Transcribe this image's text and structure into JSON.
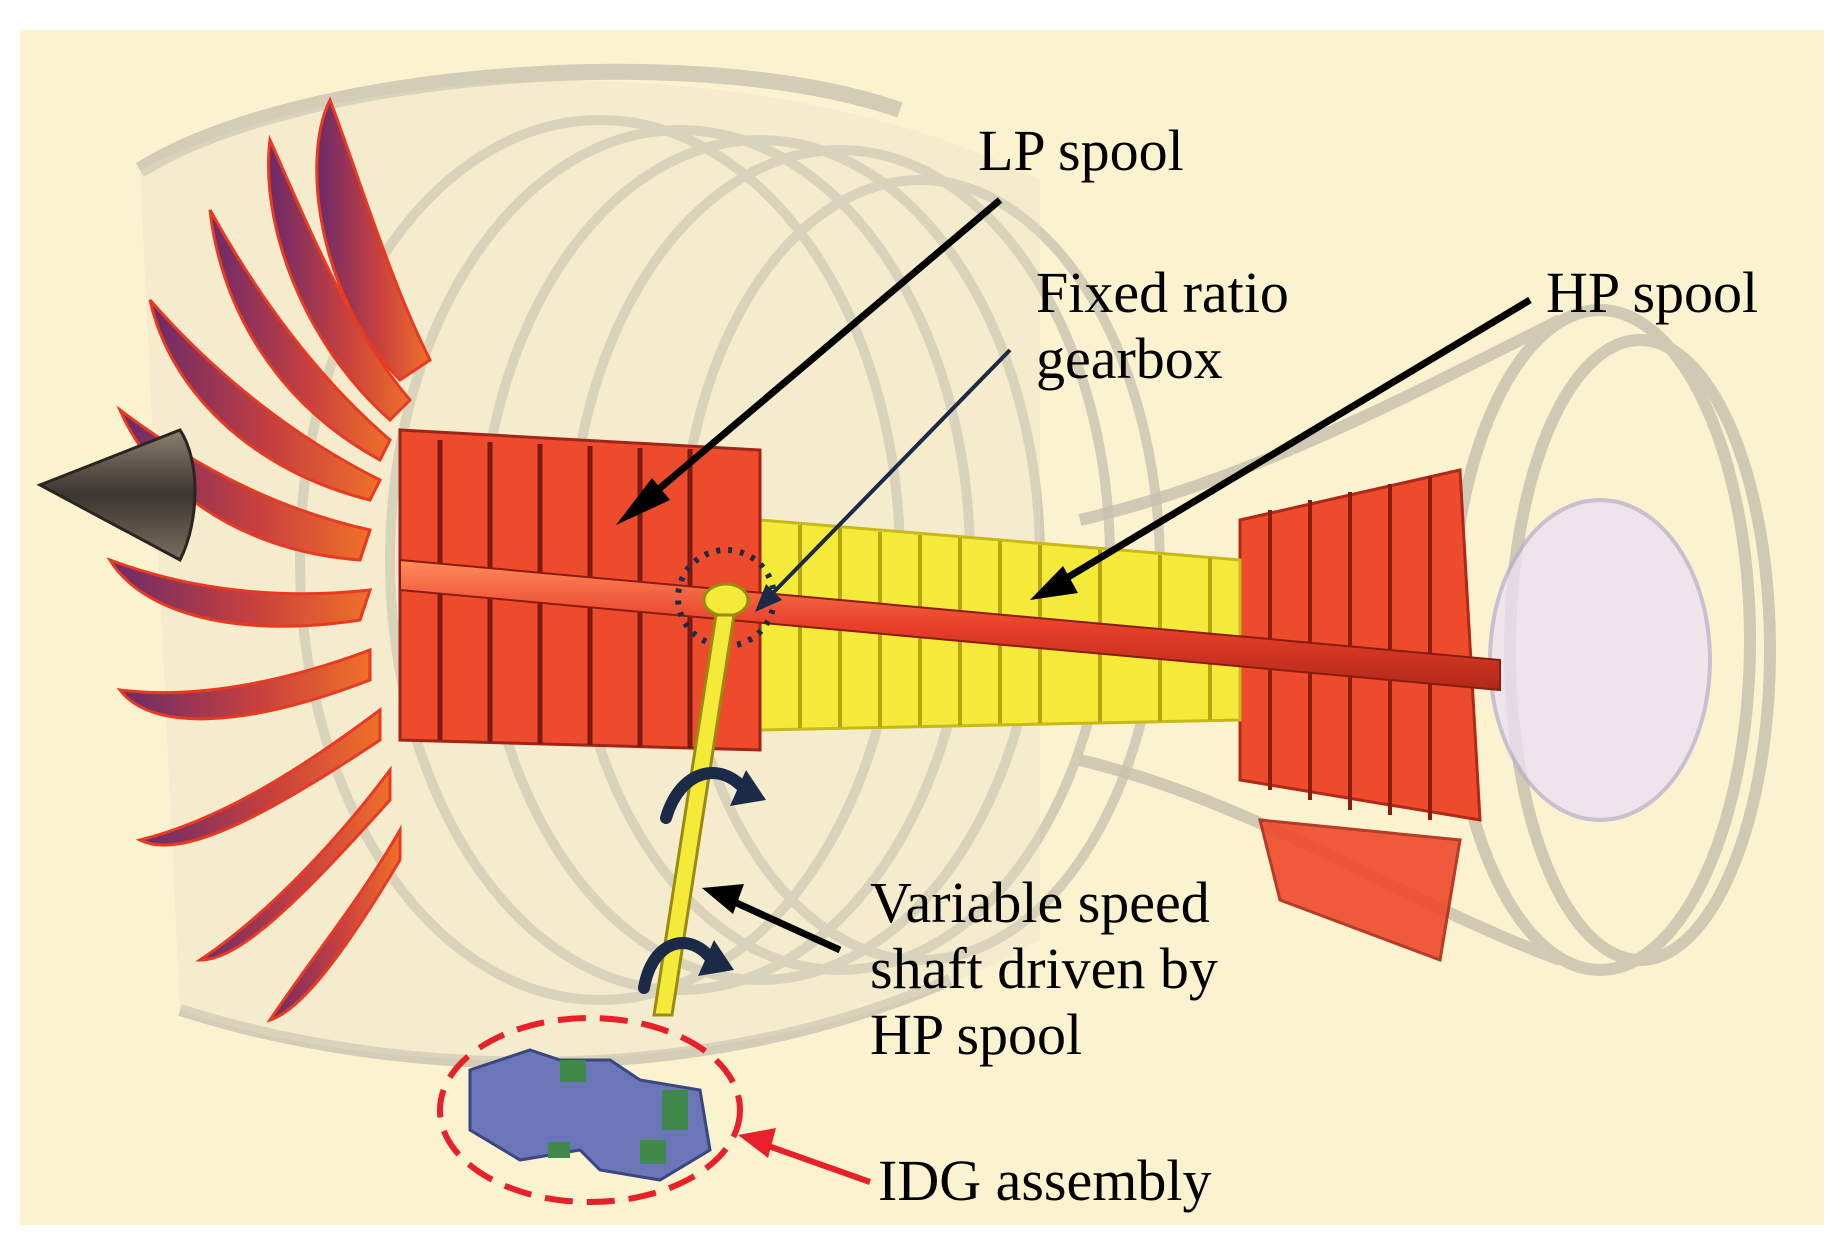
{
  "colors": {
    "background": "#fbf3cf",
    "lp_spool": "#f0402a",
    "hp_spool": "#f2ea3a",
    "fan_blade": "#d8483a",
    "fan_blade_dark": "#6a2a6a",
    "casing": "#c8c0b0",
    "idg": "#6a76b8",
    "idg_accent": "#3f8a4a",
    "red_dashed": "#e8202a",
    "rotation_arrow": "#1c2a4a",
    "leader": "#000000"
  },
  "labels": {
    "lp_spool": "LP spool",
    "fixed_ratio_gearbox": [
      "Fixed ratio",
      "gearbox"
    ],
    "hp_spool": "HP spool",
    "variable_speed_shaft": [
      "Variable speed",
      "shaft driven by",
      "HP spool"
    ],
    "idg_assembly": "IDG assembly"
  }
}
